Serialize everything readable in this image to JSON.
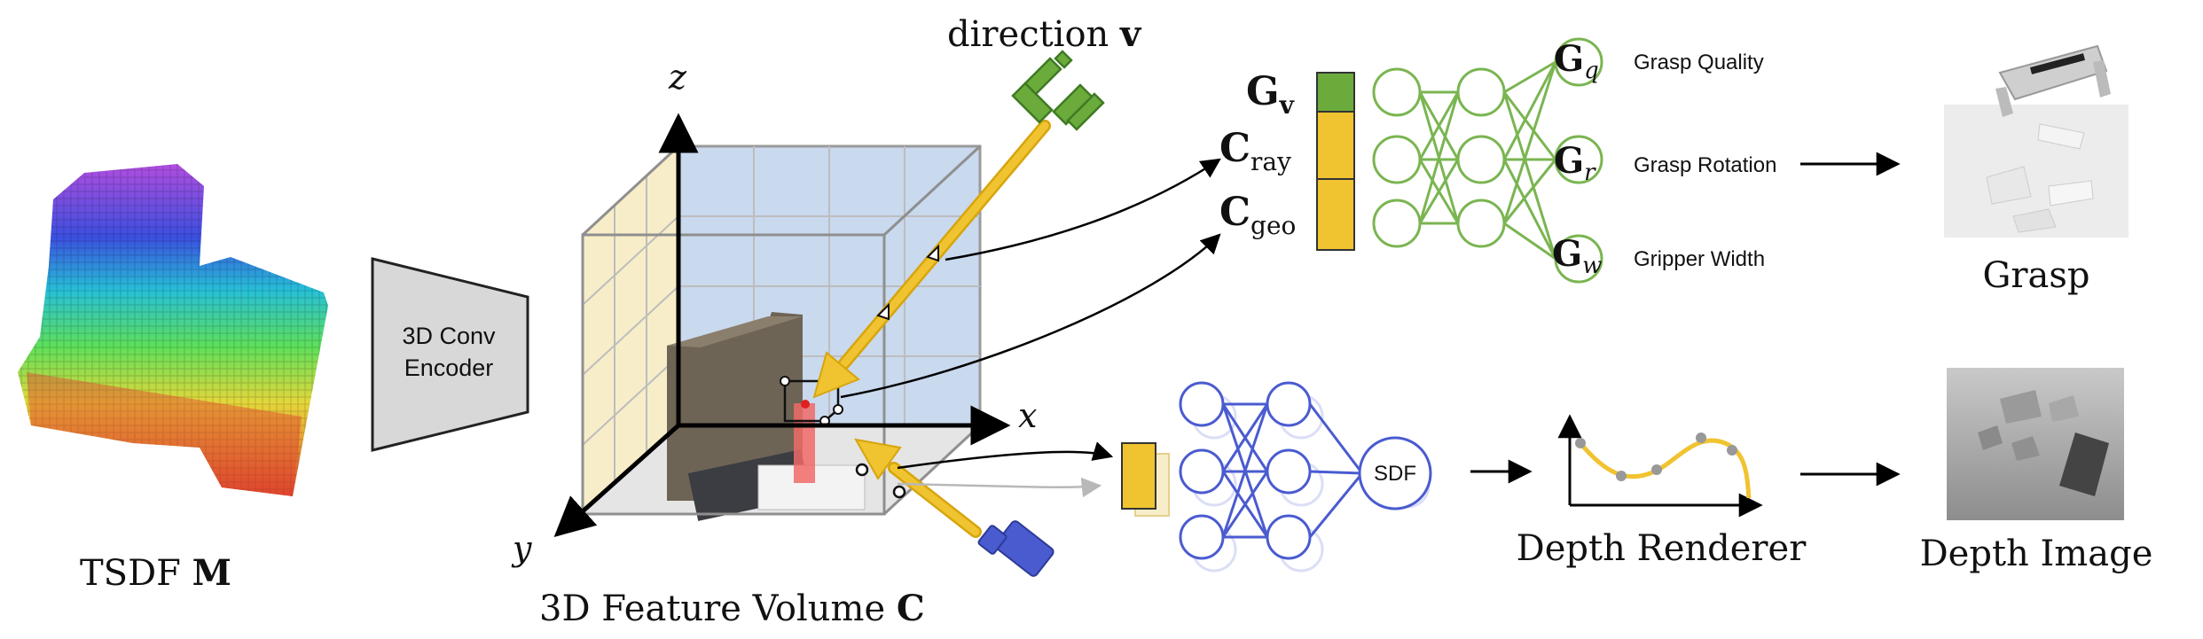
{
  "tsdf": {
    "label": "TSDF ",
    "symbol": "M"
  },
  "encoder": {
    "line1": "3D Conv",
    "line2": "Encoder"
  },
  "volume": {
    "label": "3D Feature Volume ",
    "symbol": "C",
    "axis_x": "x",
    "axis_y": "y",
    "axis_z": "z"
  },
  "direction": {
    "label": "direction ",
    "symbol": "v"
  },
  "features": {
    "gv": {
      "base": "G",
      "sub": "v"
    },
    "cray": {
      "base": "C",
      "sub": "ray"
    },
    "cgeo": {
      "base": "C",
      "sub": "geo"
    }
  },
  "heads": {
    "gq": {
      "base": "G",
      "sub": "q",
      "label": "Grasp Quality"
    },
    "gr": {
      "base": "G",
      "sub": "r",
      "label": "Grasp Rotation"
    },
    "gw": {
      "base": "G",
      "sub": "w",
      "label": "Gripper Width"
    }
  },
  "sdf": {
    "label": "SDF"
  },
  "outputs": {
    "grasp": "Grasp",
    "renderer": "Depth Renderer",
    "depth": "Depth Image"
  },
  "colors": {
    "yellow": "#f0c330",
    "green": "#6aab3c",
    "mlp_green": "#7ab551",
    "mlp_blue": "#4a5bd0",
    "arrow": "#e7b81d"
  }
}
